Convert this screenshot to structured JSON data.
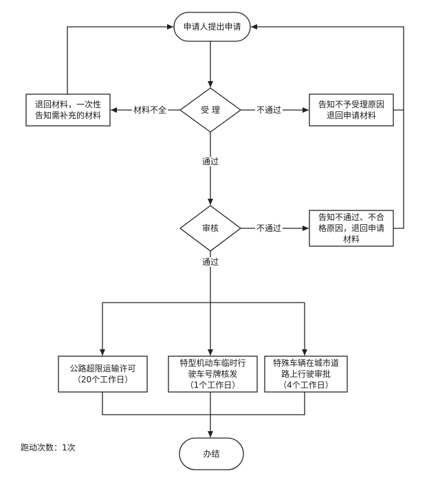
{
  "nodes": {
    "start": "申请人提出申请",
    "accept": "受 理",
    "return_materials": [
      "退回材料，一次性",
      "告知需补充的材料"
    ],
    "reject_notice": [
      "告知不予受理原因",
      "退回申请材料"
    ],
    "review": "审核",
    "review_reject": [
      "告知不通过、不合",
      "格原因，退回申请",
      "材料"
    ],
    "permit_a": [
      "公路超限运输许可",
      "（20个工作日）"
    ],
    "permit_b": [
      "特型机动车临时行",
      "驶车号牌核发",
      "（1个工作日）"
    ],
    "permit_c": [
      "特殊车辆在城市道",
      "路上行驶审批",
      "（4个工作日）"
    ],
    "end": "办结"
  },
  "edge_labels": {
    "incomplete": "材料不全",
    "fail_accept": "不通过",
    "pass_accept": "通过",
    "fail_review": "不通过",
    "pass_review": "通过"
  },
  "note": "跑动次数：1次"
}
